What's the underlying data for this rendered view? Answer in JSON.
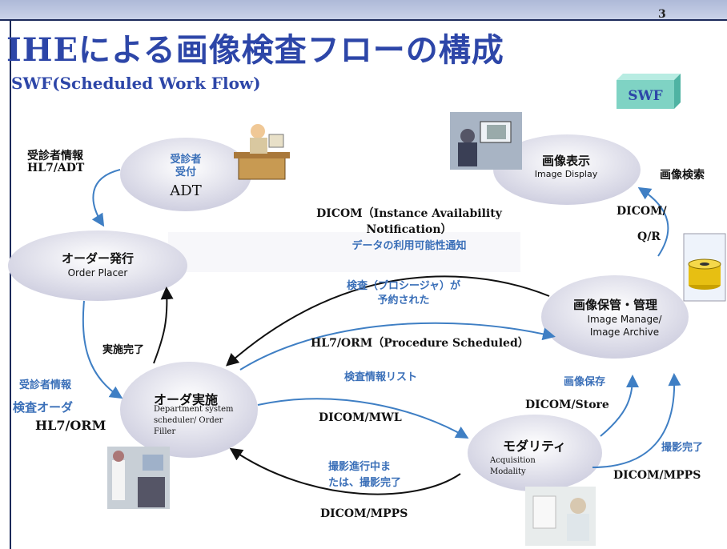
{
  "page_number": "3",
  "title": "IHEによる画像検査フローの構成",
  "subtitle": "SWF(Scheduled Work Flow)",
  "badge": "SWF",
  "nodes": {
    "adt": {
      "jp_line1": "受診者",
      "jp_line2": "受付",
      "en": "ADT"
    },
    "order_placer": {
      "jp": "オーダー発行",
      "en": "Order Placer"
    },
    "order_filler": {
      "jp": "オーダ実施",
      "en_line1": "Department system",
      "en_line2": "scheduler/ Order",
      "en_line3": "Filler"
    },
    "image_display": {
      "jp": "画像表示",
      "en": "Image Display"
    },
    "image_manager": {
      "jp": "画像保管・管理",
      "en_line1": "Image Manage/",
      "en_line2": "Image Archive"
    },
    "modality": {
      "jp": "モダリティ",
      "en_line1": "Acquisition",
      "en_line2": "Modality"
    }
  },
  "labels": {
    "patient_info_adt_jp": "受診者情報",
    "patient_info_adt_en": "HL7/ADT",
    "patient_info_orm_jp": "受診者情報",
    "exam_order_jp": "検査オーダ",
    "exam_order_en": "HL7/ORM",
    "exec_complete": "実施完了",
    "ian_line1": "DICOM（Instance Availability",
    "ian_line2": "Notification）",
    "ian_jp": "データの利用可能性通知",
    "proc_sched_jp_line1": "検査（プロシージャ）が",
    "proc_sched_jp_line2": "予約された",
    "proc_sched_en": "HL7/ORM（Procedure Scheduled）",
    "worklist_jp": "検査情報リスト",
    "worklist_en": "DICOM/MWL",
    "store_jp": "画像保存",
    "store_en": "DICOM/Store",
    "qr_line1": "DICOM/",
    "qr_line2": "Q/R",
    "image_search": "画像検索",
    "acq_complete_jp": "撮影完了",
    "mpps_right": "DICOM/MPPS",
    "in_progress_line1": "撮影進行中ま",
    "in_progress_line2": "たは、撮影完了",
    "mpps_bottom": "DICOM/MPPS"
  },
  "colors": {
    "title": "#2d46a8",
    "flow_label": "#3a6fb8",
    "arrow_blue": "#3f7fc4",
    "ellipse": "#d9d9e6",
    "badge": "#7fd3c4"
  },
  "icons": [
    "reception-desk-icon",
    "workstation-photo",
    "server-database-icon",
    "staff-photo",
    "modality-photo"
  ]
}
